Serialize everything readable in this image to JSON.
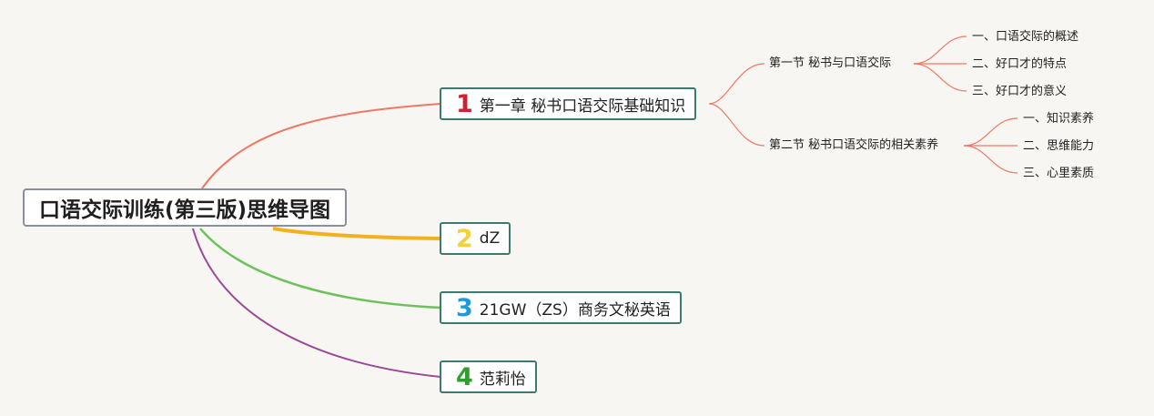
{
  "root": {
    "label": "口语交际训练(第三版)思维导图"
  },
  "branches": [
    {
      "number": "1",
      "label": "第一章 秘书口语交际基础知识",
      "color": "#f07866",
      "number_color": "#cc2233"
    },
    {
      "number": "2",
      "label": "dZ",
      "color": "#f2b21f",
      "number_color": "#f2d13a"
    },
    {
      "number": "3",
      "label": "21GW（ZS）商务文秘英语",
      "color": "#6cc25a",
      "number_color": "#1f9ad8"
    },
    {
      "number": "4",
      "label": "范莉怡",
      "color": "#9a4a98",
      "number_color": "#2aa12a"
    }
  ],
  "sections": [
    {
      "label": "第一节 秘书与口语交际",
      "items": [
        "一、口语交际的概述",
        "二、好口才的特点",
        "三、好口才的意义"
      ]
    },
    {
      "label": "第二节 秘书口语交际的相关素养",
      "items": [
        "一、知识素养",
        "二、思维能力",
        "三、心里素质"
      ]
    }
  ],
  "sub_edge_color": "#f07866"
}
